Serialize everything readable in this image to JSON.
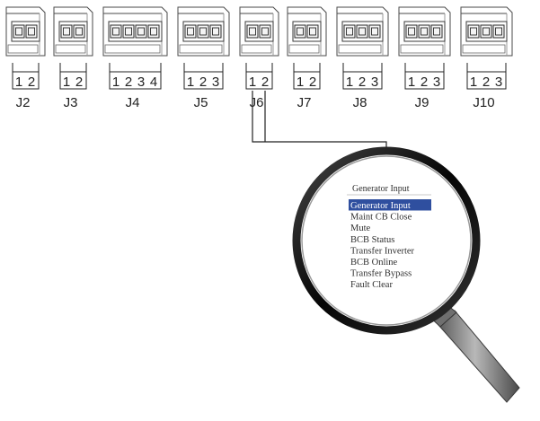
{
  "connectors": [
    {
      "id": "J2",
      "label": "J2",
      "pins": [
        "1",
        "2"
      ]
    },
    {
      "id": "J3",
      "label": "J3",
      "pins": [
        "1",
        "2"
      ]
    },
    {
      "id": "J4",
      "label": "J4",
      "pins": [
        "1",
        "2",
        "3",
        "4"
      ]
    },
    {
      "id": "J5",
      "label": "J5",
      "pins": [
        "1",
        "2",
        "3"
      ]
    },
    {
      "id": "J6",
      "label": "J6",
      "pins": [
        "1",
        "2"
      ]
    },
    {
      "id": "J7",
      "label": "J7",
      "pins": [
        "1",
        "2"
      ]
    },
    {
      "id": "J8",
      "label": "J8",
      "pins": [
        "1",
        "2",
        "3"
      ]
    },
    {
      "id": "J9",
      "label": "J9",
      "pins": [
        "1",
        "2",
        "3"
      ]
    },
    {
      "id": "J10",
      "label": "J10",
      "pins": [
        "1",
        "2",
        "3"
      ]
    }
  ],
  "magnifier": {
    "target_connector": "J6",
    "dropdown_title": "Generator Input",
    "options": [
      "Generator Input",
      "Maint CB Close",
      "Mute",
      "BCB Status",
      "Transfer Inverter",
      "BCB Online",
      "Transfer Bypass",
      "Fault Clear"
    ],
    "selected_index": 0,
    "colors": {
      "selection": "#2f4f9f",
      "lens_rim": "#111111",
      "handle": "#8a8a8a"
    }
  }
}
